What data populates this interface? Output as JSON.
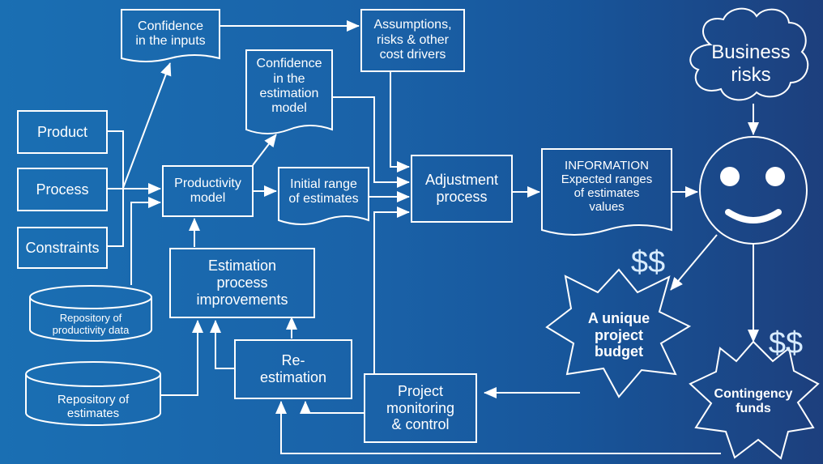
{
  "nodes": {
    "product": "Product",
    "process": "Process",
    "constraints": "Constraints",
    "confidence_inputs": [
      "Confidence",
      "in the inputs"
    ],
    "assumptions": [
      "Assumptions,",
      "risks & other",
      "cost drivers"
    ],
    "confidence_model": [
      "Confidence",
      "in the",
      "estimation",
      "model"
    ],
    "productivity_model": [
      "Productivity",
      "model"
    ],
    "initial_range": [
      "Initial range",
      "of estimates"
    ],
    "adjustment": [
      "Adjustment",
      "process"
    ],
    "information": [
      "INFORMATION",
      "Expected ranges",
      "of estimates",
      "values"
    ],
    "business_risks": [
      "Business",
      "risks"
    ],
    "estimation_improvements": [
      "Estimation",
      "process",
      "improvements"
    ],
    "repo_productivity": [
      "Repository of",
      "productivity data"
    ],
    "repo_estimates": [
      "Repository of",
      "estimates"
    ],
    "reestimation": [
      "Re-",
      "estimation"
    ],
    "monitoring": [
      "Project",
      "monitoring",
      "& control"
    ],
    "unique_budget": [
      "A unique",
      "project",
      "budget"
    ],
    "contingency": [
      "Contingency",
      "funds"
    ],
    "dollar_budget": "$$",
    "dollar_contingency": "$$"
  },
  "colors": {
    "background_left": "#1a6fb3",
    "background_right": "#1d3f7d",
    "stroke": "#ffffff"
  }
}
